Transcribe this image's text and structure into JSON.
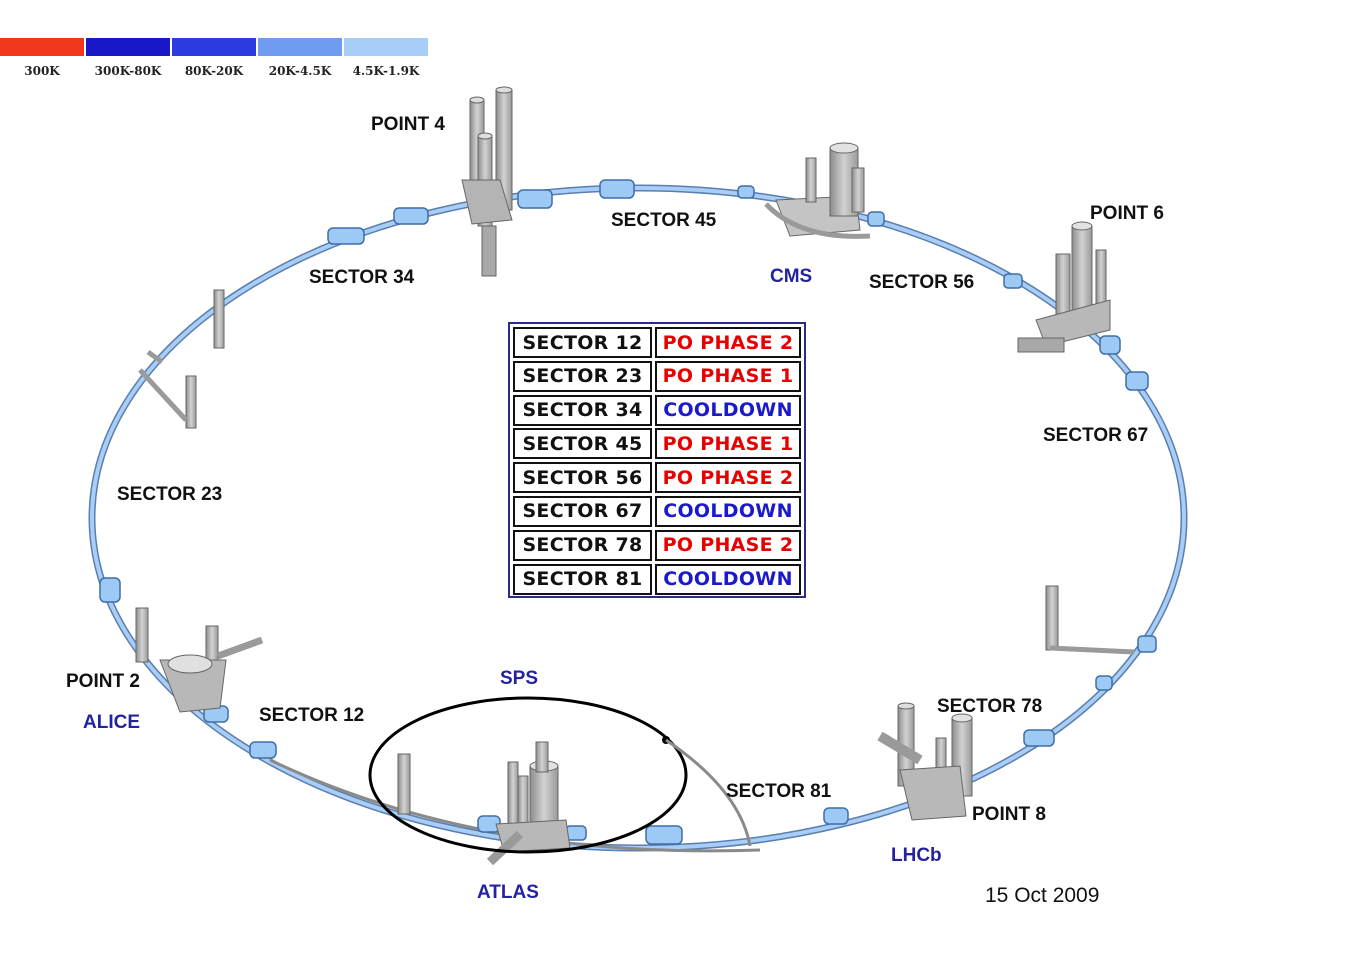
{
  "legend": {
    "items": [
      {
        "label": "300K",
        "color": "#f0381c"
      },
      {
        "label": "300K-80K",
        "color": "#1818c8"
      },
      {
        "label": "80K-20K",
        "color": "#2c3ae0"
      },
      {
        "label": "20K-4.5K",
        "color": "#6f9cf0"
      },
      {
        "label": "4.5K-1.9K",
        "color": "#a8cdf6"
      }
    ]
  },
  "points": {
    "p2": "POINT 2",
    "p4": "POINT 4",
    "p6": "POINT 6",
    "p8": "POINT 8"
  },
  "sectors": {
    "s12": "SECTOR 12",
    "s23": "SECTOR 23",
    "s34": "SECTOR 34",
    "s45": "SECTOR 45",
    "s56": "SECTOR 56",
    "s67": "SECTOR 67",
    "s78": "SECTOR 78",
    "s81": "SECTOR 81"
  },
  "experiments": {
    "alice": "ALICE",
    "atlas": "ATLAS",
    "cms": "CMS",
    "lhcb": "LHCb",
    "sps": "SPS"
  },
  "status_colors": {
    "po": "#e60000",
    "cooldown": "#1a1acc"
  },
  "status_table": [
    {
      "sector": "SECTOR 12",
      "status": "PO PHASE 2",
      "kind": "po"
    },
    {
      "sector": "SECTOR 23",
      "status": "PO PHASE 1",
      "kind": "po"
    },
    {
      "sector": "SECTOR 34",
      "status": "COOLDOWN",
      "kind": "cooldown"
    },
    {
      "sector": "SECTOR 45",
      "status": "PO PHASE 1",
      "kind": "po"
    },
    {
      "sector": "SECTOR 56",
      "status": "PO PHASE 2",
      "kind": "po"
    },
    {
      "sector": "SECTOR 67",
      "status": "COOLDOWN",
      "kind": "cooldown"
    },
    {
      "sector": "SECTOR 78",
      "status": "PO PHASE 2",
      "kind": "po"
    },
    {
      "sector": "SECTOR 81",
      "status": "COOLDOWN",
      "kind": "cooldown"
    }
  ],
  "date": "15 Oct 2009"
}
